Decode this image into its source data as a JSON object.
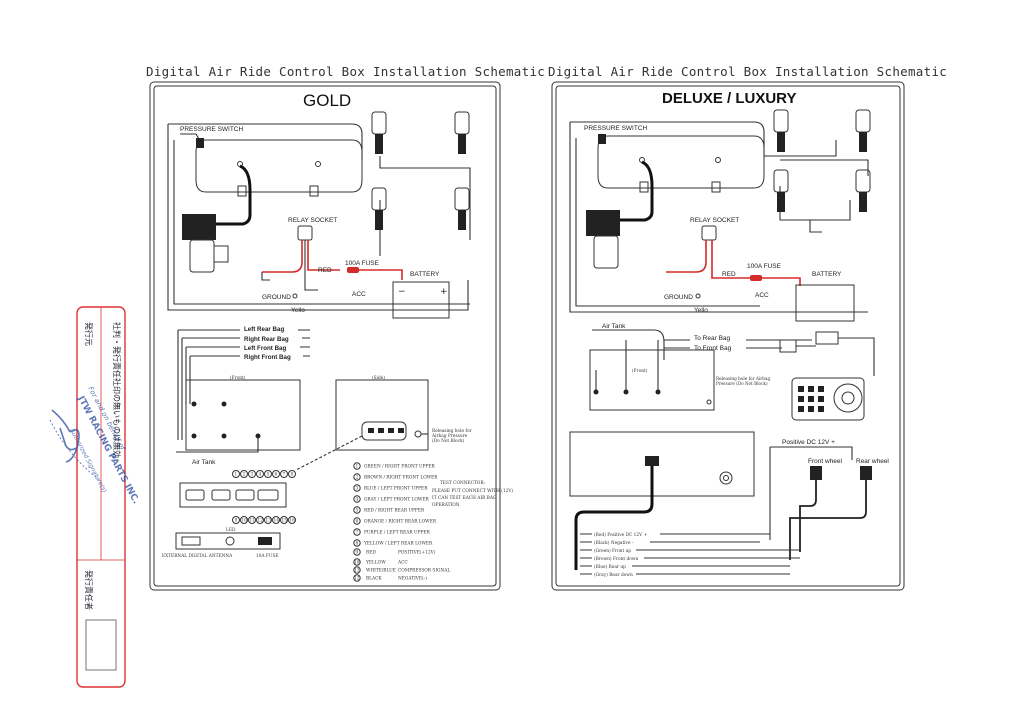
{
  "left": {
    "page_title": "Digital  Air Ride Control  Box  Installation Schematic",
    "heading": "GOLD",
    "labels": {
      "pressure_switch": "PRESSURE SWITCH",
      "relay_socket": "RELAY SOCKET",
      "fuse": "100A FUSE",
      "red": "RED",
      "battery": "BATTERY",
      "ground": "GROUND",
      "yello": "Yello",
      "acc": "ACC",
      "left_rear_bag": "Left Rear Bag",
      "right_rear_bag": "Right Rear Bag",
      "left_front_bag": "Left Front Bag",
      "right_front_bag": "Right Front Bag",
      "front": "(Front)",
      "side": "(Side)",
      "air_tank": "Air Tank",
      "releasing_hole": "Releasing hole for",
      "releasing_hole_2": "Airbag Pressure",
      "releasing_hole_3": "(Do Not Block)",
      "external_antenna": "EXTERNAL DIGITAL ANTENNA",
      "fuse_10a": "10A FUSE",
      "led": "LED"
    },
    "connector_top": [
      "1",
      "2",
      "3",
      "4",
      "5",
      "6",
      "7",
      "8"
    ],
    "connector_bottom": [
      "9",
      "10",
      "11",
      "12",
      "13",
      "14",
      "15",
      "16"
    ],
    "wire_list": [
      {
        "num": "1",
        "text": "GREEN / RIGHT FRONT UPPER"
      },
      {
        "num": "2",
        "text": "BROWN / RIGHT FRONT LOWER"
      },
      {
        "num": "3",
        "text": "BLUE / LEFT FRONT UPPER"
      },
      {
        "num": "4",
        "text": "GRAY / LEFT FRONT LOWER"
      },
      {
        "num": "5",
        "text": "RED / RIGHT REAR UPPER"
      },
      {
        "num": "6",
        "text": "ORANGE / RIGHT REAR LOWER"
      },
      {
        "num": "7",
        "text": "PURPLE / LEFT REAR UPPER"
      },
      {
        "num": "8",
        "text": "YELLOW / LEFT REAR LOWER"
      }
    ],
    "test_note": [
      "TEST CONNECTOR:",
      "PLEASE PUT CONNECT WITH (12V)",
      "IT CAN TEST EACH AIR BAG",
      "OPERATION."
    ],
    "power_list": [
      {
        "num": "9",
        "name": "RED",
        "desc": "POSITIVE(+12V)"
      },
      {
        "num": "10",
        "name": "YELLOW",
        "desc": "ACC"
      },
      {
        "num": "11",
        "name": "WHITE/BLUE",
        "desc": "COMPRESSOR SIGNAL"
      },
      {
        "num": "12",
        "name": "BLACK",
        "desc": "NEGATIVE(-)"
      }
    ]
  },
  "right": {
    "page_title": "Digital  Air Ride Control  Box  Installation Schematic",
    "heading": "DELUXE / LUXURY",
    "labels": {
      "pressure_switch": "PRESSURE SWITCH",
      "relay_socket": "RELAY SOCKET",
      "fuse": "100A FUSE",
      "red": "RED",
      "battery": "BATTERY",
      "ground": "GROUND",
      "yello": "Yello",
      "acc": "ACC",
      "air_tank": "Air Tank",
      "to_rear_bag": "To Rear Bag",
      "to_front_bag": "To Front Bag",
      "front": "(Front)",
      "releasing": "Releasing hole for Airbag Pressure (Do Not Block)",
      "positive_dc": "Positive DC 12V +",
      "front_wheel": "Front wheel",
      "rear_wheel": "Rear wheel"
    },
    "wire_list": [
      "(Red) Positive DC 12V +",
      "(Black) Negative -",
      "(Green) Front up",
      "(Brown) Front down",
      "(Blue) Rear up",
      "(Gray) Rear down"
    ]
  },
  "stamp": {
    "vertical_1": "社判・発行責任社印の無いものは無効",
    "issuer": "発行元",
    "responsible": "発行責任者",
    "seal_line_1": "For and on behalf of",
    "seal_line_2": "JTW RACING PARTS INC.",
    "seal_line_3": "Authorized Signature(s)"
  },
  "colors": {
    "wire_red": "#d62a2a",
    "stamp_red": "#d33",
    "stamp_ink": "#223c8a"
  }
}
